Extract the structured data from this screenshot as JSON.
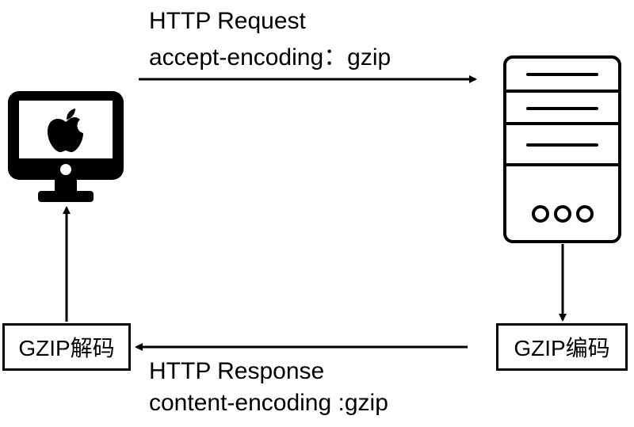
{
  "request": {
    "title": "HTTP Request",
    "header": "accept-encoding：gzip"
  },
  "response": {
    "title": "HTTP Response",
    "header": "content-encoding :gzip"
  },
  "nodes": {
    "client_icon": "apple-computer-icon",
    "server_icon": "server-icon",
    "decode_label": "GZIP解码",
    "encode_label": "GZIP编码"
  }
}
